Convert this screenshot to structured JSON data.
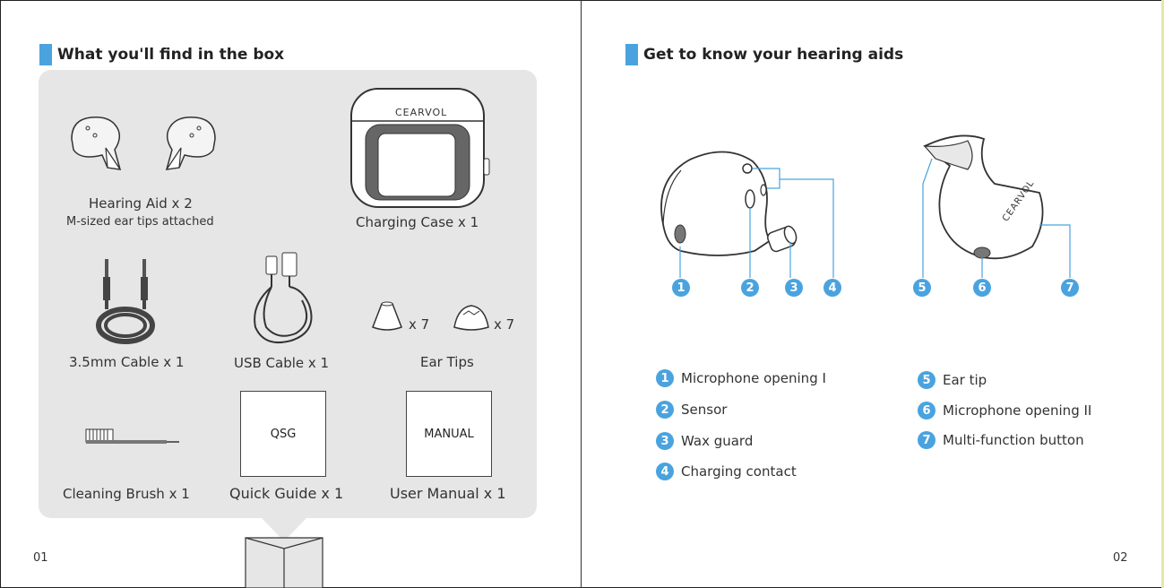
{
  "left_page": {
    "header": "What you'll find in the box",
    "page_number": "01",
    "items": {
      "hearing_aid": "Hearing Aid x 2",
      "hearing_aid_note": "M-sized ear tips attached",
      "charging_case": "Charging Case x 1",
      "case_brand": "CEARVOL",
      "cable_35": "3.5mm Cable x 1",
      "usb_cable": "USB Cable x 1",
      "ear_tips": "Ear Tips",
      "ear_tip_qty_1": "x 7",
      "ear_tip_qty_2": "x 7",
      "cleaning_brush": "Cleaning Brush x 1",
      "quick_guide": "Quick Guide x 1",
      "qsg_box": "QSG",
      "user_manual": "User Manual x 1",
      "manual_box": "MANUAL"
    }
  },
  "right_page": {
    "header": "Get to know your hearing aids",
    "page_number": "02",
    "device_brand": "CEARVOL",
    "parts": [
      {
        "num": "1",
        "label": "Microphone opening I"
      },
      {
        "num": "2",
        "label": "Sensor"
      },
      {
        "num": "3",
        "label": "Wax guard"
      },
      {
        "num": "4",
        "label": "Charging contact"
      },
      {
        "num": "5",
        "label": "Ear tip"
      },
      {
        "num": "6",
        "label": "Microphone opening II"
      },
      {
        "num": "7",
        "label": "Multi-function button"
      }
    ]
  },
  "colors": {
    "accent": "#4aa3df",
    "panel": "#e6e6e6"
  }
}
